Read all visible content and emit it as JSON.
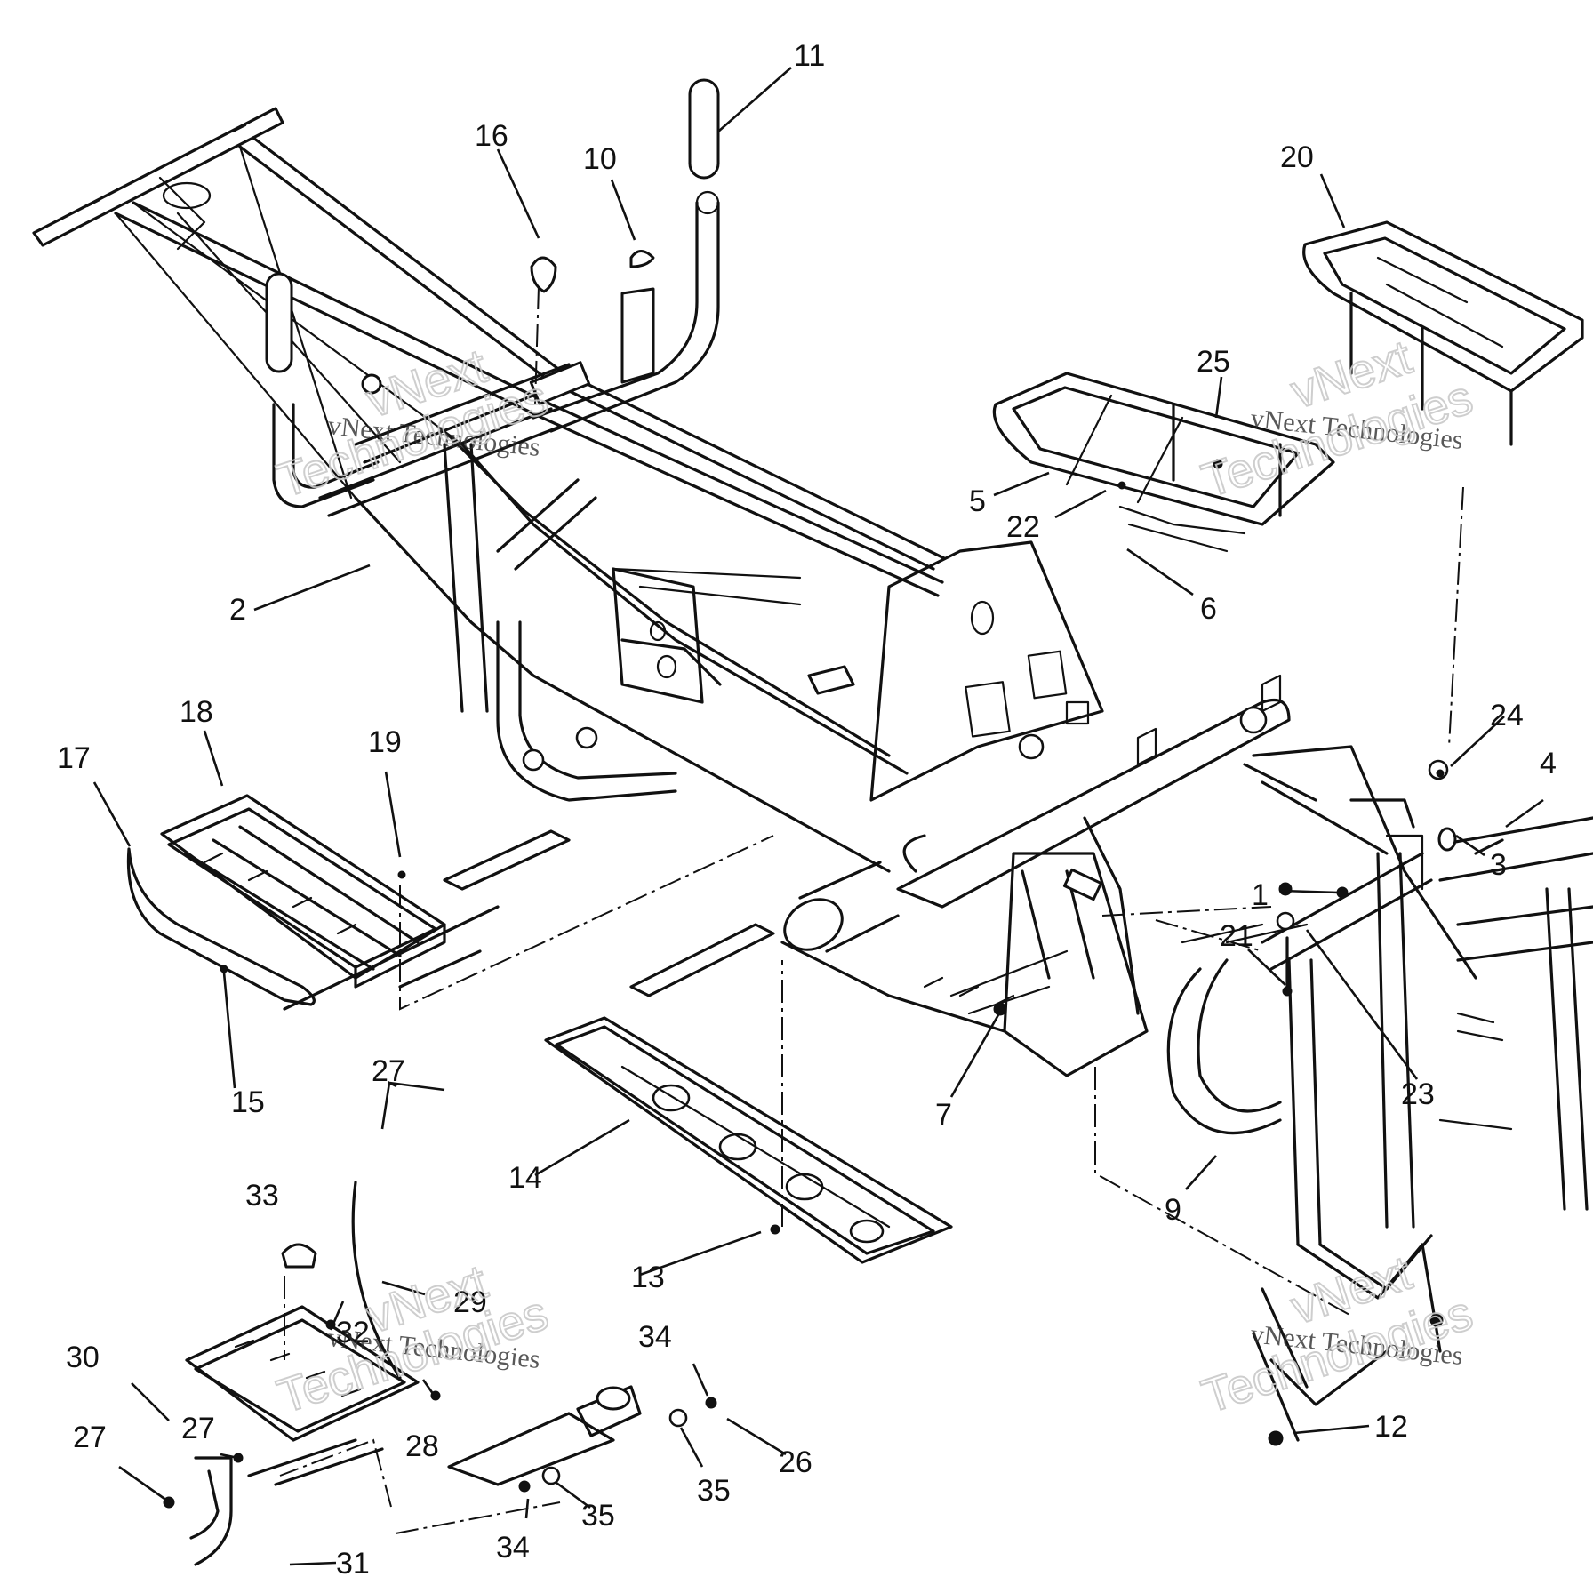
{
  "diagram": {
    "callouts": [
      {
        "id": "c11",
        "label": "11"
      },
      {
        "id": "c16",
        "label": "16"
      },
      {
        "id": "c10",
        "label": "10"
      },
      {
        "id": "c20",
        "label": "20"
      },
      {
        "id": "c25",
        "label": "25"
      },
      {
        "id": "c5",
        "label": "5"
      },
      {
        "id": "c22",
        "label": "22"
      },
      {
        "id": "c6",
        "label": "6"
      },
      {
        "id": "c2",
        "label": "2"
      },
      {
        "id": "c24",
        "label": "24"
      },
      {
        "id": "c4",
        "label": "4"
      },
      {
        "id": "c3",
        "label": "3"
      },
      {
        "id": "c18",
        "label": "18"
      },
      {
        "id": "c17",
        "label": "17"
      },
      {
        "id": "c19",
        "label": "19"
      },
      {
        "id": "c1",
        "label": "1"
      },
      {
        "id": "c21",
        "label": "21"
      },
      {
        "id": "c15",
        "label": "15"
      },
      {
        "id": "c7",
        "label": "7"
      },
      {
        "id": "c23",
        "label": "23"
      },
      {
        "id": "c27a",
        "label": "27"
      },
      {
        "id": "c14",
        "label": "14"
      },
      {
        "id": "c9",
        "label": "9"
      },
      {
        "id": "c33",
        "label": "33"
      },
      {
        "id": "c13",
        "label": "13"
      },
      {
        "id": "c29",
        "label": "29"
      },
      {
        "id": "c32",
        "label": "32"
      },
      {
        "id": "c34a",
        "label": "34"
      },
      {
        "id": "c30",
        "label": "30"
      },
      {
        "id": "c27b",
        "label": "27"
      },
      {
        "id": "c27c",
        "label": "27"
      },
      {
        "id": "c28",
        "label": "28"
      },
      {
        "id": "c26",
        "label": "26"
      },
      {
        "id": "c35a",
        "label": "35"
      },
      {
        "id": "c12",
        "label": "12"
      },
      {
        "id": "c35b",
        "label": "35"
      },
      {
        "id": "c34b",
        "label": "34"
      },
      {
        "id": "c31",
        "label": "31"
      }
    ]
  },
  "watermark": {
    "company": "vNext Technologies",
    "line1": "vNext",
    "line2": "Technologies"
  }
}
